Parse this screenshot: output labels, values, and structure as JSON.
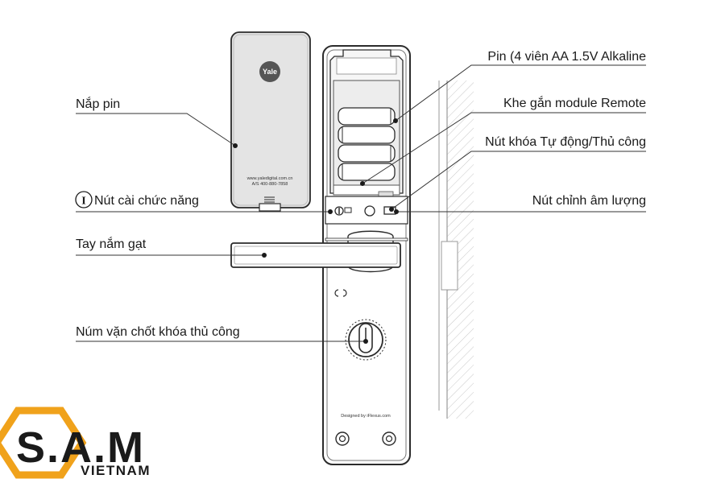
{
  "labels": {
    "battery_cover": "Nắp pin",
    "battery": "Pin (4 viên AA 1.5V Alkaline",
    "remote_slot": "Khe gắn module Remote",
    "auto_manual_lock": "Nút khóa Tự động/Thủ công",
    "function_button": "Nút cài chức năng",
    "function_button_glyph": "I",
    "volume_button": "Nút chỉnh âm lượng",
    "lever_handle": "Tay nắm gạt",
    "thumb_turn": "Núm vặn chốt khóa thủ công"
  },
  "device": {
    "brand_badge": "Yale",
    "cover_website": "www.yaledigital.com.cn",
    "cover_service": "A/S 400-880-7858",
    "designed_by": "Designed by iFlexus.com"
  },
  "logo": {
    "main": "S.A.M",
    "sub": "VIETNAM",
    "accent_color": "#F0A21B",
    "dark_color": "#1A1A1A"
  },
  "colors": {
    "line": "#2b2b2b",
    "callout": "#333333",
    "wall_hatch": "#bdbdbd"
  }
}
